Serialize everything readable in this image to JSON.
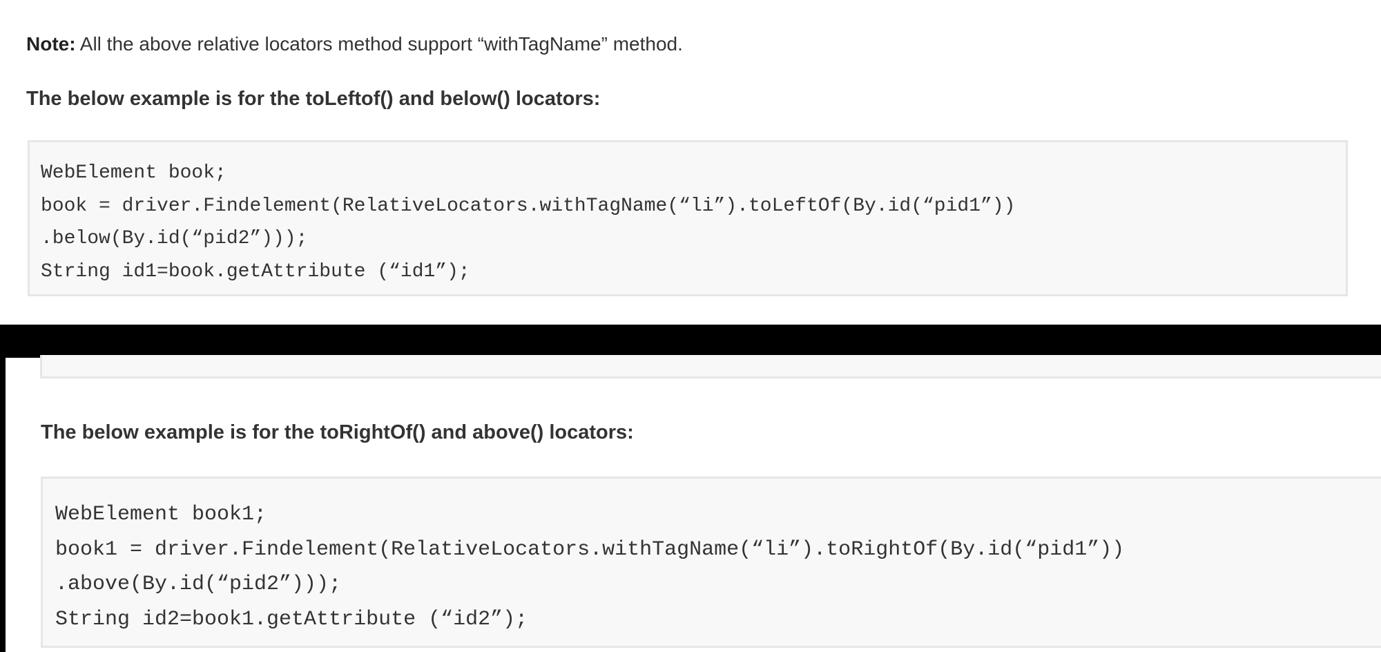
{
  "top": {
    "note": {
      "label": "Note:",
      "text": " All the above relative locators method support “withTagName” method."
    },
    "heading": "The below example is for the toLeftof() and below() locators:",
    "code": [
      "WebElement book;",
      "book = driver.Findelement(RelativeLocators.withTagName(“li”).toLeftOf(By.id(“pid1”))",
      ".below(By.id(“pid2”)));",
      "String id1=book.getAttribute (“id1”);"
    ]
  },
  "bottom": {
    "heading": "The below example is for the toRightOf() and above() locators:",
    "code": [
      "WebElement book1;",
      "book1 = driver.Findelement(RelativeLocators.withTagName(“li”).toRightOf(By.id(“pid1”))",
      ".above(By.id(“pid2”)));",
      "String id2=book1.getAttribute (“id2”);"
    ]
  },
  "colors": {
    "page_background": "#ffffff",
    "code_background": "#f8f8f8",
    "code_border": "#e6e6e6",
    "text": "#333333",
    "separator": "#000000"
  }
}
